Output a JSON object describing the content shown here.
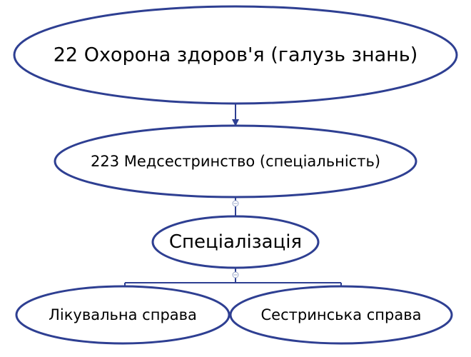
{
  "colors": {
    "stroke": "#2e3f92",
    "text": "#000000",
    "background": "#ffffff"
  },
  "nodes": {
    "field": {
      "label": "22 Охорона здоров'я (галузь знань)"
    },
    "specialty": {
      "label": "223 Медсестринство (спеціальність)"
    },
    "specialization": {
      "label": "Спеціалізація"
    },
    "medical_care": {
      "label": "Лікувальна справа"
    },
    "nursing_care": {
      "label": "Сестринська справа"
    }
  },
  "icons": {
    "collapse": "collapse-minus-icon"
  }
}
